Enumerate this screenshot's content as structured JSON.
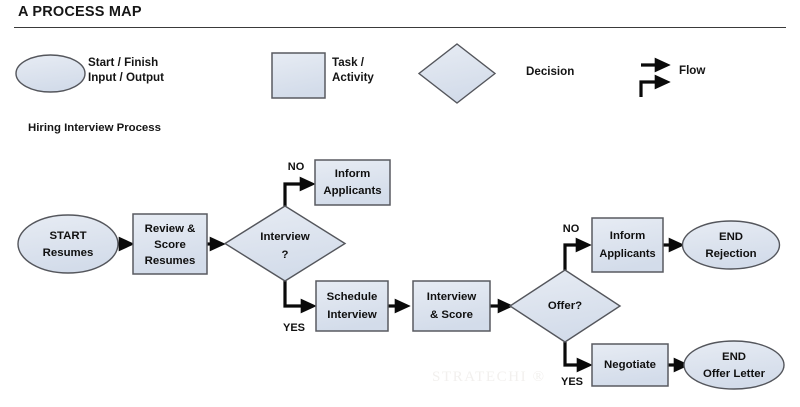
{
  "header": {
    "title": "A PROCESS MAP"
  },
  "legend": {
    "items": [
      {
        "id": "start-finish",
        "shape": "ellipse",
        "line1": "Start / Finish",
        "line2": "Input / Output"
      },
      {
        "id": "task",
        "shape": "rect",
        "line1": "Task /",
        "line2": "Activity"
      },
      {
        "id": "decision",
        "shape": "diamond",
        "line1": "Decision",
        "line2": ""
      },
      {
        "id": "flow",
        "shape": "arrows",
        "line1": "Flow",
        "line2": ""
      }
    ],
    "start_finish_label": "Start / Finish\nInput / Output",
    "task_label": "Task /\nActivity",
    "decision_label": "Decision",
    "flow_label": "Flow"
  },
  "process": {
    "subtitle": "Hiring Interview Process",
    "watermark": "STRATECHI ®"
  },
  "colors": {
    "shape_fill": "#dce3ee",
    "shape_border": "#54565c",
    "connector": "#0a0a0a",
    "text": "#101010",
    "rule": "#3a3a3a",
    "watermark": "#f2f0ee"
  },
  "chart_data": {
    "type": "diagram",
    "title": "A PROCESS MAP",
    "subtitle": "Hiring Interview Process",
    "nodes": [
      {
        "id": "start",
        "type": "terminator",
        "line1": "START",
        "line2": "Resumes"
      },
      {
        "id": "review-score",
        "type": "task",
        "line1": "Review &",
        "line2": "Score",
        "line3": "Resumes"
      },
      {
        "id": "interview-q",
        "type": "decision",
        "line1": "Interview",
        "line2": "?"
      },
      {
        "id": "inform-1",
        "type": "task",
        "line1": "Inform",
        "line2": "Applicants"
      },
      {
        "id": "schedule",
        "type": "task",
        "line1": "Schedule",
        "line2": "Interview"
      },
      {
        "id": "interview-score",
        "type": "task",
        "line1": "Interview",
        "line2": "& Score"
      },
      {
        "id": "offer-q",
        "type": "decision",
        "line1": "Offer?",
        "line2": ""
      },
      {
        "id": "inform-2",
        "type": "task",
        "line1": "Inform",
        "line2": "Applicants"
      },
      {
        "id": "end-rejection",
        "type": "terminator",
        "line1": "END",
        "line2": "Rejection"
      },
      {
        "id": "negotiate",
        "type": "task",
        "line1": "Negotiate",
        "line2": ""
      },
      {
        "id": "end-offer-letter",
        "type": "terminator",
        "line1": "END",
        "line2": "Offer Letter"
      }
    ],
    "edges": [
      {
        "from": "start",
        "to": "review-score",
        "label": ""
      },
      {
        "from": "review-score",
        "to": "interview-q",
        "label": ""
      },
      {
        "from": "interview-q",
        "to": "inform-1",
        "label": "NO"
      },
      {
        "from": "interview-q",
        "to": "schedule",
        "label": "YES"
      },
      {
        "from": "schedule",
        "to": "interview-score",
        "label": ""
      },
      {
        "from": "interview-score",
        "to": "offer-q",
        "label": ""
      },
      {
        "from": "offer-q",
        "to": "inform-2",
        "label": "NO"
      },
      {
        "from": "inform-2",
        "to": "end-rejection",
        "label": ""
      },
      {
        "from": "offer-q",
        "to": "negotiate",
        "label": "YES"
      },
      {
        "from": "negotiate",
        "to": "end-offer-letter",
        "label": ""
      }
    ],
    "branch_labels": {
      "interview_no": "NO",
      "interview_yes": "YES",
      "offer_no": "NO",
      "offer_yes": "YES"
    }
  },
  "nodes": {
    "start": {
      "line1": "START",
      "line2": "Resumes"
    },
    "review_score": {
      "line1": "Review &",
      "line2": "Score",
      "line3": "Resumes"
    },
    "interview_q": {
      "line1": "Interview",
      "line2": "?"
    },
    "inform_1": {
      "line1": "Inform",
      "line2": "Applicants"
    },
    "schedule": {
      "line1": "Schedule",
      "line2": "Interview"
    },
    "interview_score": {
      "line1": "Interview",
      "line2": "& Score"
    },
    "offer_q": {
      "line1": "Offer?"
    },
    "inform_2": {
      "line1": "Inform",
      "line2": "Applicants"
    },
    "end_rejection": {
      "line1": "END",
      "line2": "Rejection"
    },
    "negotiate": {
      "line1": "Negotiate"
    },
    "end_offer_letter": {
      "line1": "END",
      "line2": "Offer Letter"
    }
  },
  "branches": {
    "interview_no": "NO",
    "interview_yes": "YES",
    "offer_no": "NO",
    "offer_yes": "YES"
  }
}
